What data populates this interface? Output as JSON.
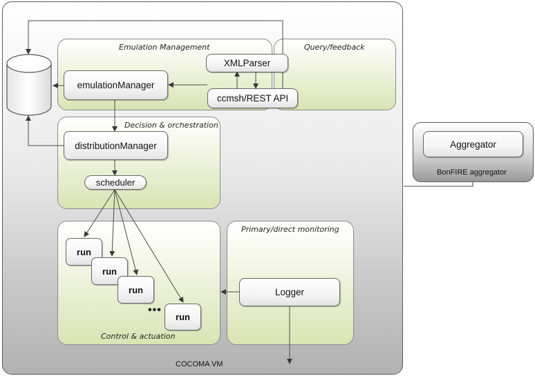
{
  "diagram": {
    "regions": {
      "emulation_management": "Emulation Management",
      "query_feedback": "Query/feedback",
      "decision_orchestration": "Decision & orchestration",
      "control_actuation": "Control & actuation",
      "primary_monitoring": "Primary/direct monitoring"
    },
    "nodes": {
      "xml_parser": "XMLParser",
      "emulation_manager": "emulationManager",
      "ccmsh_rest_api": "ccmsh/REST API",
      "distribution_manager": "distributionManager",
      "scheduler": "scheduler",
      "runs": [
        "run",
        "run",
        "run",
        "run"
      ],
      "ellipsis": "•••",
      "logger": "Logger",
      "aggregator": "Aggregator"
    },
    "captions": {
      "vm": "COCOMA VM",
      "bonfire": "BonFIRE aggregator"
    }
  }
}
